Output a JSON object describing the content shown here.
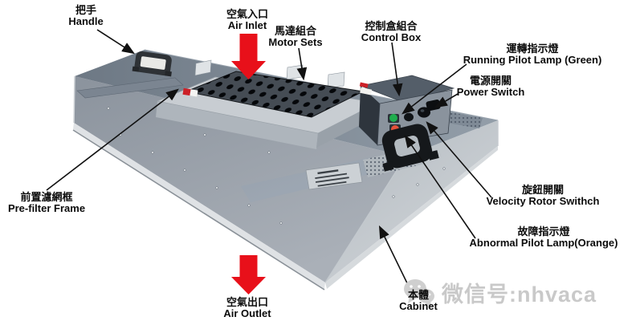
{
  "labels": {
    "handle": {
      "zh": "把手",
      "en": "Handle"
    },
    "air_inlet": {
      "zh": "空氣入口",
      "en": "Air Inlet"
    },
    "motor_sets": {
      "zh": "馬達組合",
      "en": "Motor Sets"
    },
    "control_box": {
      "zh": "控制盒組合",
      "en": "Control Box"
    },
    "running_lamp": {
      "zh": "運轉指示燈",
      "en": "Running Pilot Lamp (Green)"
    },
    "power_switch": {
      "zh": "電源開關",
      "en": "Power Switch"
    },
    "pre_filter": {
      "zh": "前置濾網框",
      "en": "Pre-filter Frame"
    },
    "velocity_rotor": {
      "zh": "旋鈕開關",
      "en": "Velocity Rotor Swithch"
    },
    "abnormal_lamp": {
      "zh": "故障指示燈",
      "en": "Abnormal Pilot Lamp(Orange)"
    },
    "air_outlet": {
      "zh": "空氣出口",
      "en": "Air Outlet"
    },
    "cabinet": {
      "zh": "本體",
      "en": "Cabinet"
    }
  },
  "watermark": {
    "icon": "wechat-icon",
    "text": "微信号:nhvaca",
    "color": "#c9c9c9"
  },
  "colors": {
    "arrow_red": "#e8101a",
    "lamp_green": "#1fae4e",
    "lamp_orange": "#e5503a",
    "leader_line": "#111111",
    "cabinet_top": "#76818d",
    "cabinet_front": "#99a1aa",
    "cabinet_right": "#bfc5ca",
    "filter_grid": "#454c54"
  }
}
